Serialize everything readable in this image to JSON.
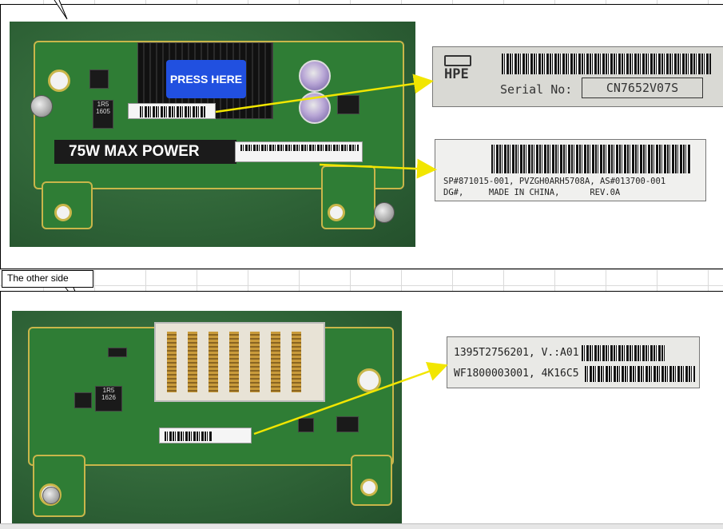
{
  "sheet": {
    "callout_other_side": "The other side"
  },
  "top_board": {
    "press_here": "PRESS HERE",
    "power_label": "75W MAX POWER",
    "inductor_text": "1R5\n1605"
  },
  "zoom_serial": {
    "brand": "HPE",
    "serial_label": "Serial No:",
    "serial_value": "CN7652V07S"
  },
  "zoom_spare": {
    "line1": "SP#871015-001, PVZGH0ARH5708A, AS#013700-001",
    "line2": "DG#,     MADE IN CHINA,      REV.0A"
  },
  "bottom_board": {
    "inductor_text": "1R5\n1626"
  },
  "zoom_bottom": {
    "line1": "1395T2756201, V.:A01",
    "line2": "WF1800003001, 4K16C5"
  },
  "colors": {
    "arrow": "#f2e600",
    "pcb_green": "#2f7d35",
    "button_blue": "#2150e0"
  }
}
